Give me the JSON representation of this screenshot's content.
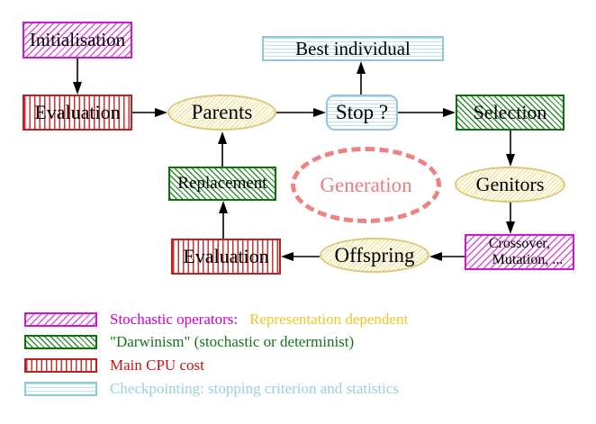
{
  "nodes": {
    "initialisation": "Initialisation",
    "evaluation_top": "Evaluation",
    "best_individual": "Best individual",
    "parents": "Parents",
    "stop": "Stop ?",
    "selection": "Selection",
    "replacement": "Replacement",
    "generation": "Generation",
    "genitors": "Genitors",
    "evaluation_bottom": "Evaluation",
    "offspring": "Offspring",
    "crossover_line1": "Crossover,",
    "crossover_line2": "Mutation, ..."
  },
  "legend": {
    "rows": [
      {
        "swatch": "stochastic-operators",
        "text1": "Stochastic operators:",
        "text2": "Representation dependent"
      },
      {
        "swatch": "darwinism",
        "text1": "\"Darwinism\" (stochastic or determinist)"
      },
      {
        "swatch": "main-cpu-cost",
        "text1": "Main CPU cost"
      },
      {
        "swatch": "checkpointing",
        "text1": "Checkpointing: stopping criterion and statistics"
      }
    ]
  },
  "colors": {
    "magenta": "#cc00cc",
    "gold": "#eec82d",
    "dark_green": "#15741a",
    "red": "#cc1111",
    "light_blue": "#9bcfe4",
    "salmon": "#ec8282",
    "yellow_fill": "#eadc95"
  }
}
